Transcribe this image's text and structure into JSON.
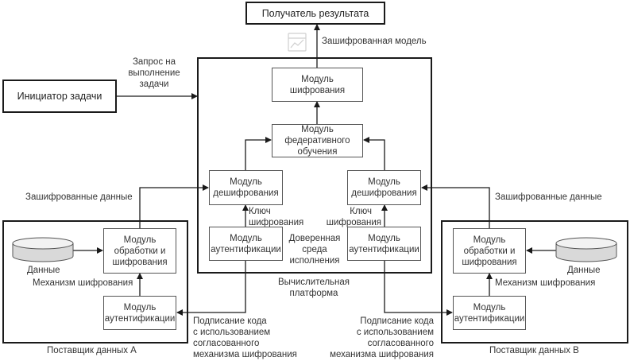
{
  "diagram": {
    "result_receiver": "Получатель результата",
    "encrypted_model_label": "Зашифрованная модель",
    "task_initiator": "Инициатор задачи",
    "task_request_label": [
      "Запрос на",
      "выполнение",
      "задачи"
    ],
    "platform": {
      "label": [
        "Вычислительная",
        "платформа"
      ],
      "encryption_module": [
        "Модуль",
        "шифрования"
      ],
      "federated_module": [
        "Модуль",
        "федеративного",
        "обучения"
      ],
      "decryption_left": [
        "Модуль",
        "дешифрования"
      ],
      "decryption_right": [
        "Модуль",
        "дешифрования"
      ],
      "auth_left": [
        "Модуль",
        "аутентификации"
      ],
      "auth_right": [
        "Модуль",
        "аутентификации"
      ],
      "key_left": [
        "Ключ",
        "шифрования"
      ],
      "key_right": [
        "Ключ",
        "шифрования"
      ],
      "tee_label": [
        "Доверенная",
        "среда",
        "исполнения"
      ]
    },
    "provider_a": {
      "label": "Поставщик данных А",
      "data_label": "Данные",
      "processing_module": [
        "Модуль",
        "обработки и",
        "шифрования"
      ],
      "auth_module": [
        "Модуль",
        "аутентификации"
      ],
      "mechanism_label": "Механизм шифрования",
      "encrypted_data_label": "Зашифрованные данные"
    },
    "provider_b": {
      "label": "Поставщик данных В",
      "data_label": "Данные",
      "processing_module": [
        "Модуль",
        "обработки и",
        "шифрования"
      ],
      "auth_module": [
        "Модуль",
        "аутентификации"
      ],
      "mechanism_label": "Механизм шифрования",
      "encrypted_data_label": "Зашифрованные данные"
    },
    "signing_left": [
      "Подписание кода",
      "с использованием",
      "согласованного",
      "механизма шифрования"
    ],
    "signing_right": [
      "Подписание кода",
      "с использованием",
      "согласованного",
      "механизма шифрования"
    ],
    "icons": {
      "model_icon": "chart-document-icon"
    },
    "colors": {
      "line": "#1a1a1a",
      "cylinder_fill": "#d9d9d9",
      "icon": "#cfcfcf"
    }
  }
}
